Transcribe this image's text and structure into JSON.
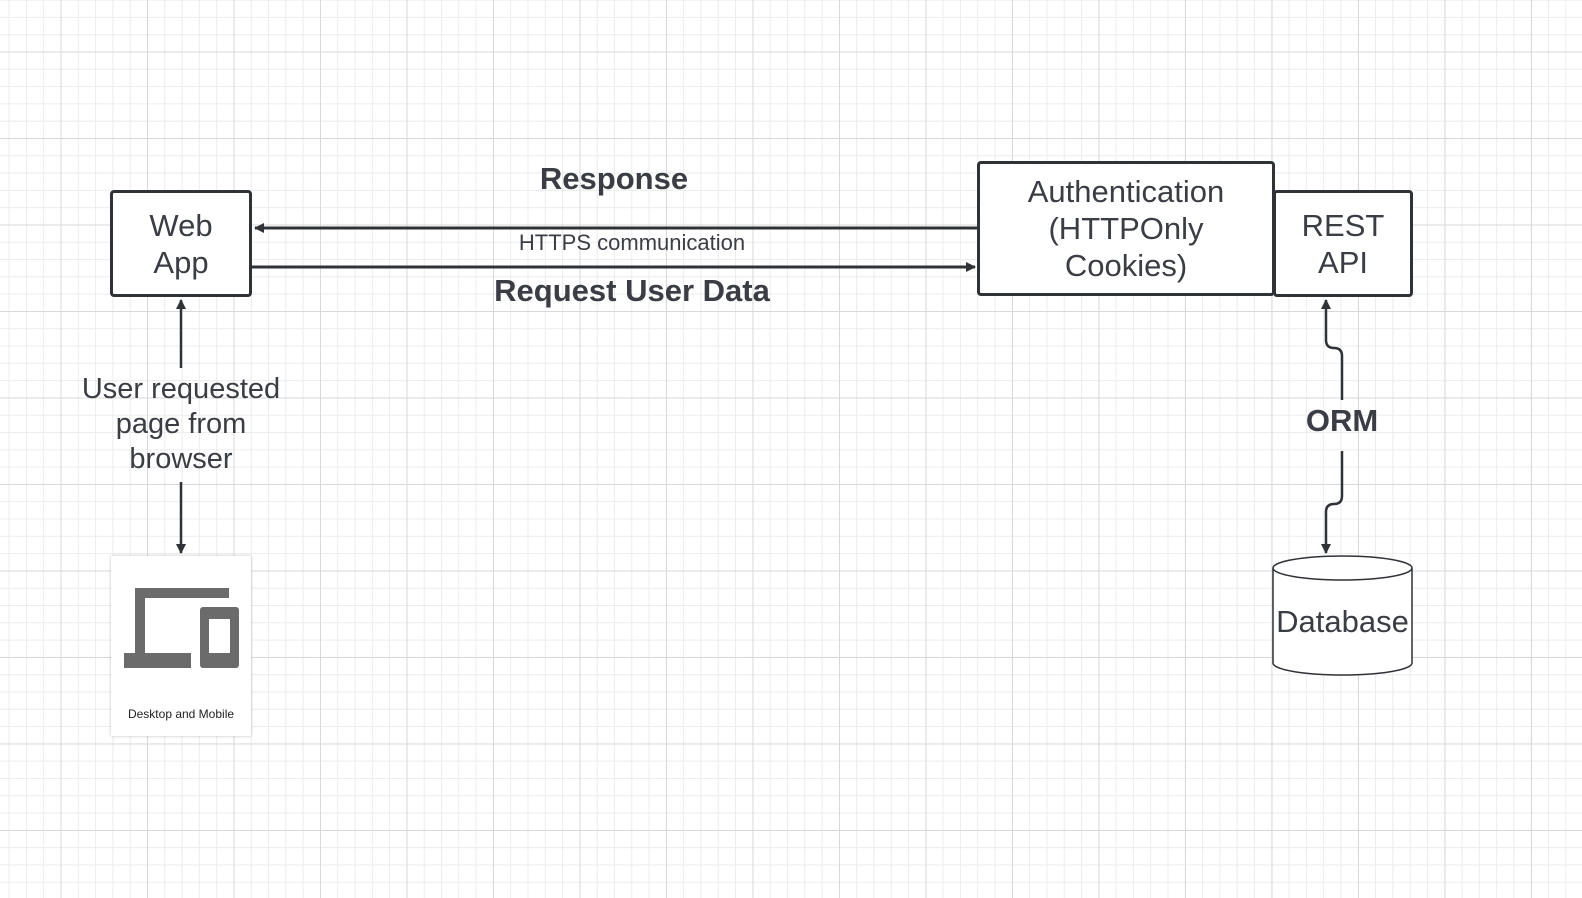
{
  "web_app": {
    "label_line1": "Web",
    "label_line2": "App"
  },
  "auth": {
    "label_line1": "Authentication",
    "label_line2": "(HTTPOnly",
    "label_line3": "Cookies)"
  },
  "rest_api": {
    "label_line1": "REST",
    "label_line2": "API"
  },
  "database": {
    "label": "Database"
  },
  "device": {
    "caption": "Desktop and Mobile",
    "icon": "devices-icon"
  },
  "edges": {
    "response": "Response",
    "https": "HTTPS communication",
    "request": "Request User Data",
    "user_line1": "User requested",
    "user_line2": "page from",
    "user_line3": "browser",
    "orm": "ORM"
  },
  "colors": {
    "stroke": "#2f3237",
    "text": "#3a3d43",
    "icon": "#6b6b6b",
    "grid": "#d9d9d9"
  }
}
